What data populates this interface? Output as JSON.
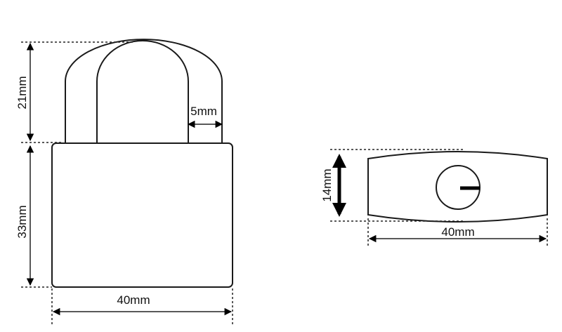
{
  "dimensions": {
    "shackle_height": "21mm",
    "shackle_thickness": "5mm",
    "body_height": "33mm",
    "body_width_front": "40mm",
    "body_depth": "14mm",
    "body_width_bottom": "40mm"
  }
}
